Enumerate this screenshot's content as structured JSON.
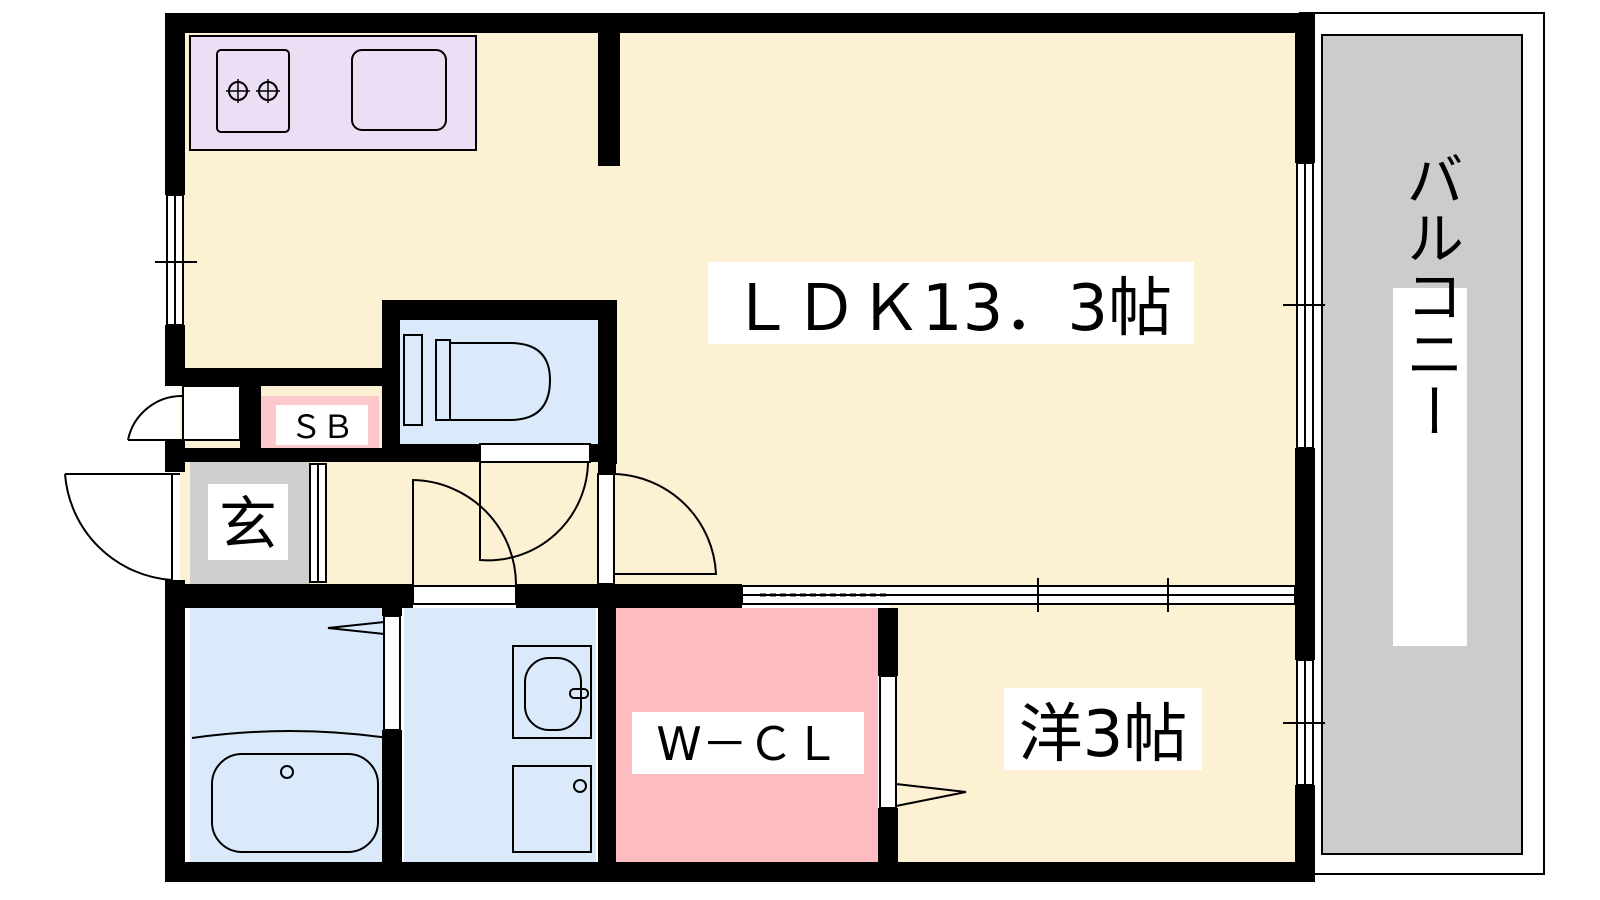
{
  "rooms": {
    "ldk": "ＬＤＫ13．3帖",
    "western": "洋3帖",
    "wcl": "W－ＣＬ",
    "sb": "ＳＢ",
    "entrance": "玄",
    "balcony": "バルコニー"
  },
  "colors": {
    "ldk_floor": "#fdf1d4",
    "kitchen": "#ecdff5",
    "wet_area": "#dbeafb",
    "wcl": "#fcbcc0",
    "sb": "#fcc8cc",
    "entrance": "#cfcfcf",
    "balcony": "#cccccc",
    "wall": "#000000"
  }
}
